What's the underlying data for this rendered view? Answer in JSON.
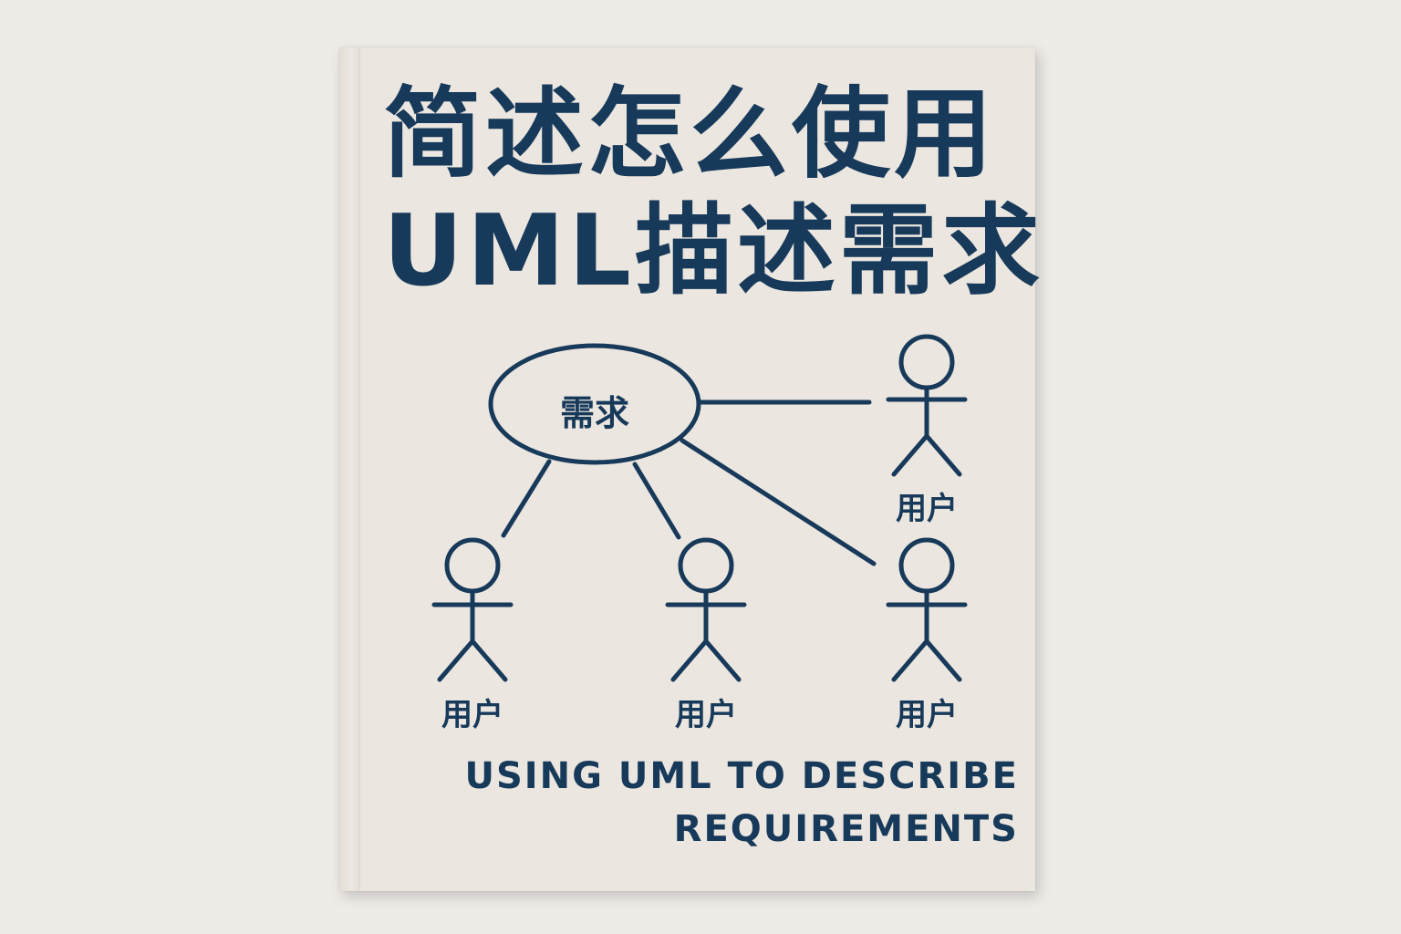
{
  "cover": {
    "title_line1": "简述怎么使用",
    "title_line2": "UML描述需求",
    "subtitle_line1": "USING UML TO DESCRIBE",
    "subtitle_line2": "REQUIREMENTS"
  },
  "diagram": {
    "use_case_label": "需求",
    "actors": [
      {
        "label": "用户"
      },
      {
        "label": "用户"
      },
      {
        "label": "用户"
      },
      {
        "label": "用户"
      }
    ]
  },
  "colors": {
    "ink": "#17395a",
    "cover": "#ebe6df",
    "background": "#efece8"
  }
}
